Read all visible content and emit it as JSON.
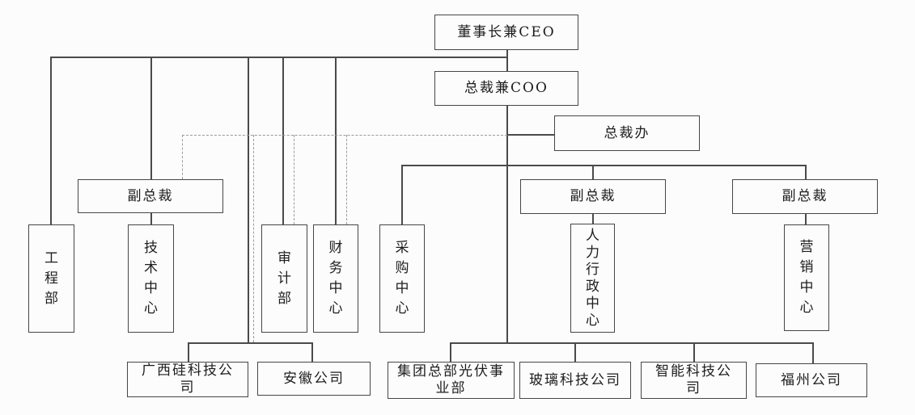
{
  "nodes": {
    "ceo": {
      "label": "董事长兼CEO"
    },
    "coo": {
      "label": "总裁兼COO"
    },
    "president_office": {
      "label": "总裁办"
    },
    "vp_left": {
      "label": "副总裁"
    },
    "vp_mid": {
      "label": "副总裁"
    },
    "vp_right": {
      "label": "副总裁"
    },
    "engineering": {
      "label": "工程部"
    },
    "tech_center": {
      "label": "技术中心"
    },
    "audit": {
      "label": "审计部"
    },
    "finance_center": {
      "label": "财务中心"
    },
    "procurement_center": {
      "label": "采购中心"
    },
    "hr_admin_center": {
      "label": "人力行政中心"
    },
    "marketing_center": {
      "label": "营销中心"
    },
    "guangxi_silicon": {
      "label": "广西硅科技公司"
    },
    "anhui": {
      "label": "安徽公司"
    },
    "hq_pv_division": {
      "label": "集团总部光伏事业部"
    },
    "glass_tech": {
      "label": "玻璃科技公司"
    },
    "smart_tech": {
      "label": "智能科技公司"
    },
    "fuzhou": {
      "label": "福州公司"
    }
  },
  "edges": {
    "solid": [
      {
        "from": "ceo",
        "to": "coo"
      },
      {
        "from": "ceo",
        "to": "engineering"
      },
      {
        "from": "ceo",
        "to": "vp_left"
      },
      {
        "from": "ceo",
        "to": "audit"
      },
      {
        "from": "ceo",
        "to": "finance_center"
      },
      {
        "from": "ceo",
        "to": "guangxi_silicon"
      },
      {
        "from": "ceo",
        "to": "anhui"
      },
      {
        "from": "coo",
        "to": "president_office"
      },
      {
        "from": "coo",
        "to": "procurement_center"
      },
      {
        "from": "coo",
        "to": "vp_mid"
      },
      {
        "from": "coo",
        "to": "vp_right"
      },
      {
        "from": "coo",
        "to": "hq_pv_division"
      },
      {
        "from": "coo",
        "to": "glass_tech"
      },
      {
        "from": "coo",
        "to": "smart_tech"
      },
      {
        "from": "coo",
        "to": "fuzhou"
      },
      {
        "from": "vp_left",
        "to": "tech_center"
      },
      {
        "from": "vp_mid",
        "to": "hr_admin_center"
      },
      {
        "from": "vp_right",
        "to": "marketing_center"
      }
    ],
    "dashed": [
      {
        "from": "coo",
        "to": "vp_left"
      },
      {
        "from": "coo",
        "to": "audit"
      },
      {
        "from": "coo",
        "to": "finance_center"
      },
      {
        "from": "coo",
        "to": "guangxi_silicon"
      },
      {
        "from": "coo",
        "to": "anhui"
      }
    ]
  },
  "colors": {
    "bg": "#fcfcfc",
    "line": "#4a4a4a",
    "dashed": "#9b9b9b",
    "border": "#464646",
    "text": "#1d1d1d"
  }
}
